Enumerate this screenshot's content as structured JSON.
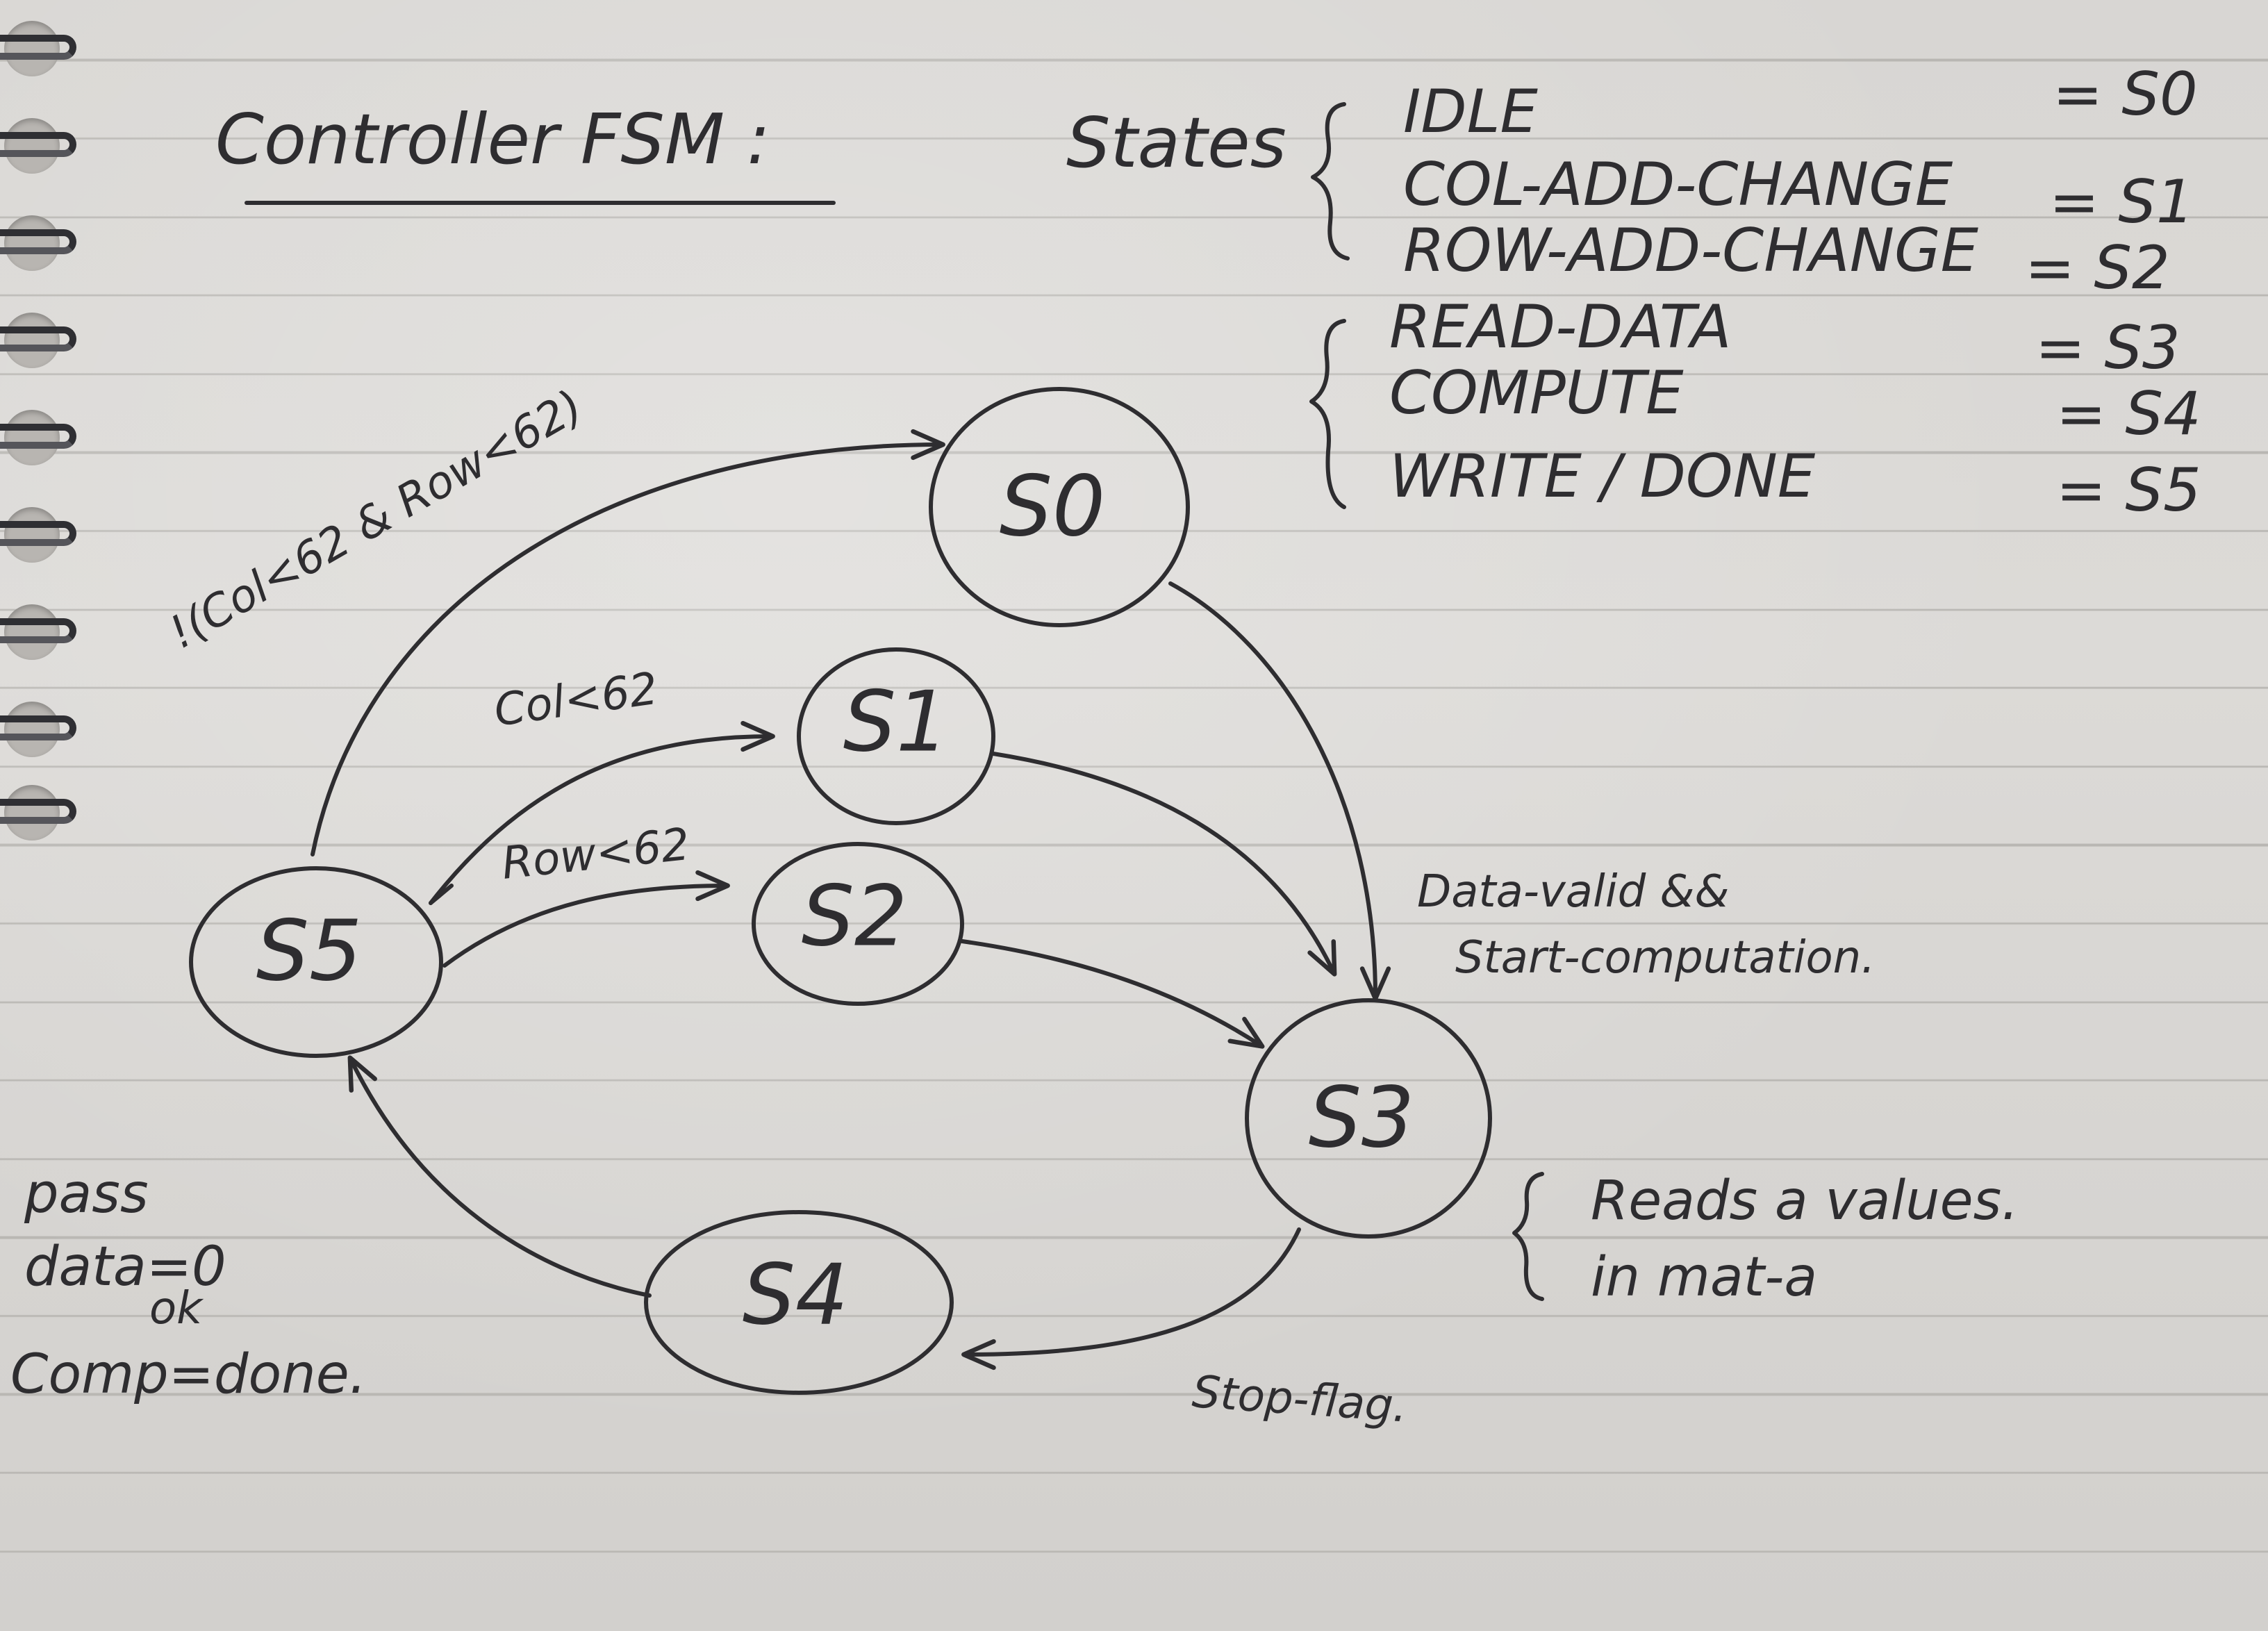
{
  "title": "Controller FSM :",
  "legend": {
    "heading": "States",
    "items": [
      {
        "name": "IDLE",
        "code": "= S0"
      },
      {
        "name": "COL-ADD-CHANGE",
        "code": "= S1"
      },
      {
        "name": "ROW-ADD-CHANGE",
        "code": "= S2"
      },
      {
        "name": "READ-DATA",
        "code": "= S3"
      },
      {
        "name": "COMPUTE",
        "code": "= S4"
      },
      {
        "name": "WRITE / DONE",
        "code": "= S5"
      }
    ]
  },
  "states": {
    "s0": "S0",
    "s1": "S1",
    "s2": "S2",
    "s3": "S3",
    "s4": "S4",
    "s5": "S5"
  },
  "transitions": {
    "s5_s0": "!(Col<62 & Row<62)",
    "s5_s1": "Col<62",
    "s5_s2": "Row<62",
    "s0_s3": "Data-valid &&",
    "s0_s3_line2": "Start-computation.",
    "s3_s4": "Stop-flag."
  },
  "notes": {
    "s3": [
      "Reads a values.",
      "in mat-a"
    ],
    "s4": [
      "pass",
      "data=0",
      "ok",
      "Comp=done."
    ]
  }
}
